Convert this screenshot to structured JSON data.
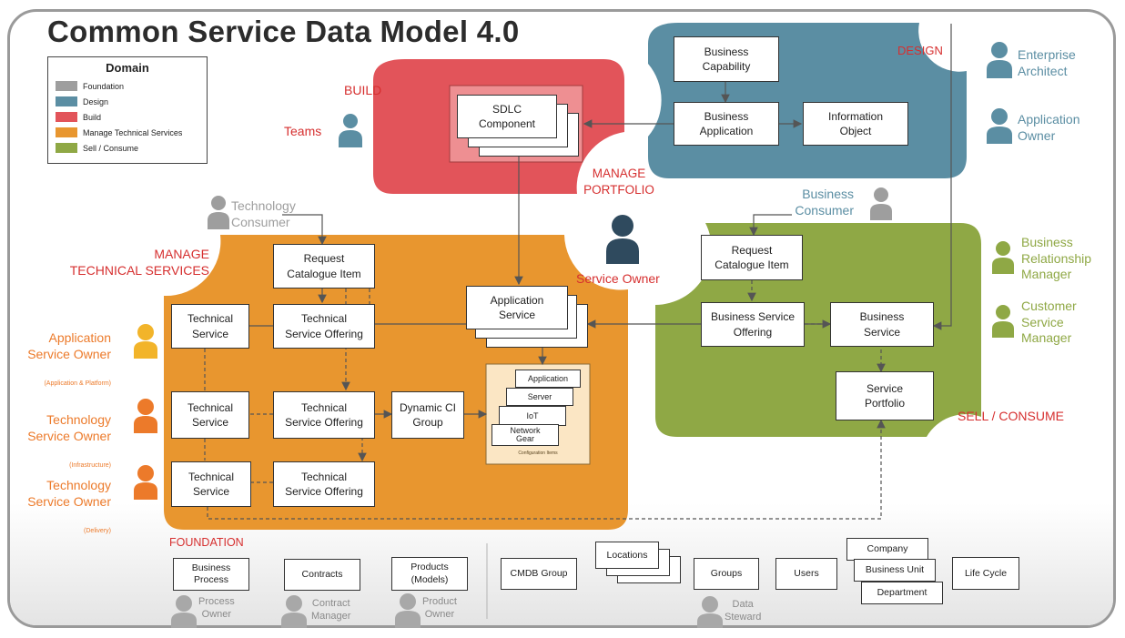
{
  "title": "Common Service Data Model 4.0",
  "legend": {
    "title": "Domain",
    "items": [
      {
        "label": "Foundation",
        "color": "#9e9e9e"
      },
      {
        "label": "Design",
        "color": "#5b8ea3"
      },
      {
        "label": "Build",
        "color": "#e2545a"
      },
      {
        "label": "Manage Technical Services",
        "color": "#e8962f"
      },
      {
        "label": "Sell / Consume",
        "color": "#8fa845"
      }
    ]
  },
  "regions": {
    "build": "BUILD",
    "design": "DESIGN",
    "manage_technical_services": "MANAGE\nTECHNICAL SERVICES",
    "manage_portfolio": "MANAGE\nPORTFOLIO",
    "sell_consume": "SELL / CONSUME",
    "foundation": "FOUNDATION"
  },
  "roles": {
    "teams": "Teams",
    "service_owner": "Service Owner",
    "enterprise_architect": "Enterprise\nArchitect",
    "application_owner": "Application\nOwner",
    "technology_consumer": "Technology\nConsumer",
    "business_consumer": "Business\nConsumer",
    "business_relationship_manager": "Business\nRelationship\nManager",
    "customer_service_manager": "Customer\nService\nManager",
    "application_service_owner": "Application\nService Owner",
    "application_service_owner_sub": "(Application & Platform)",
    "technology_service_owner_infra": "Technology\nService Owner",
    "technology_service_owner_infra_sub": "(Infrastructure)",
    "technology_service_owner_delivery": "Technology\nService Owner",
    "technology_service_owner_delivery_sub": "(Delivery)",
    "process_owner": "Process\nOwner",
    "contract_manager": "Contract\nManager",
    "product_owner": "Product\nOwner",
    "data_steward": "Data\nSteward"
  },
  "boxes": {
    "business_capability": "Business\nCapability",
    "business_application": "Business\nApplication",
    "information_object": "Information\nObject",
    "sdlc_component": "SDLC\nComponent",
    "request_catalogue_item_tech": "Request\nCatalogue Item",
    "request_catalogue_item_biz": "Request\nCatalogue Item",
    "application_service": "Application\nService",
    "technical_service_1": "Technical\nService",
    "technical_service_offering_1": "Technical\nService Offering",
    "technical_service_2": "Technical\nService",
    "technical_service_offering_2": "Technical\nService Offering",
    "dynamic_ci_group": "Dynamic CI\nGroup",
    "technical_service_3": "Technical\nService",
    "technical_service_offering_3": "Technical\nService Offering",
    "business_service_offering": "Business Service\nOffering",
    "business_service": "Business\nService",
    "service_portfolio": "Service\nPortfolio",
    "ci_application": "Application",
    "ci_server": "Server",
    "ci_iot": "IoT",
    "ci_network_gear": "Network\nGear",
    "ci_caption": "Configuration Items",
    "business_process": "Business\nProcess",
    "contracts": "Contracts",
    "products_models": "Products\n(Models)",
    "cmdb_group": "CMDB Group",
    "locations": "Locations",
    "groups": "Groups",
    "users": "Users",
    "company": "Company",
    "business_unit": "Business Unit",
    "department": "Department",
    "life_cycle": "Life Cycle"
  }
}
